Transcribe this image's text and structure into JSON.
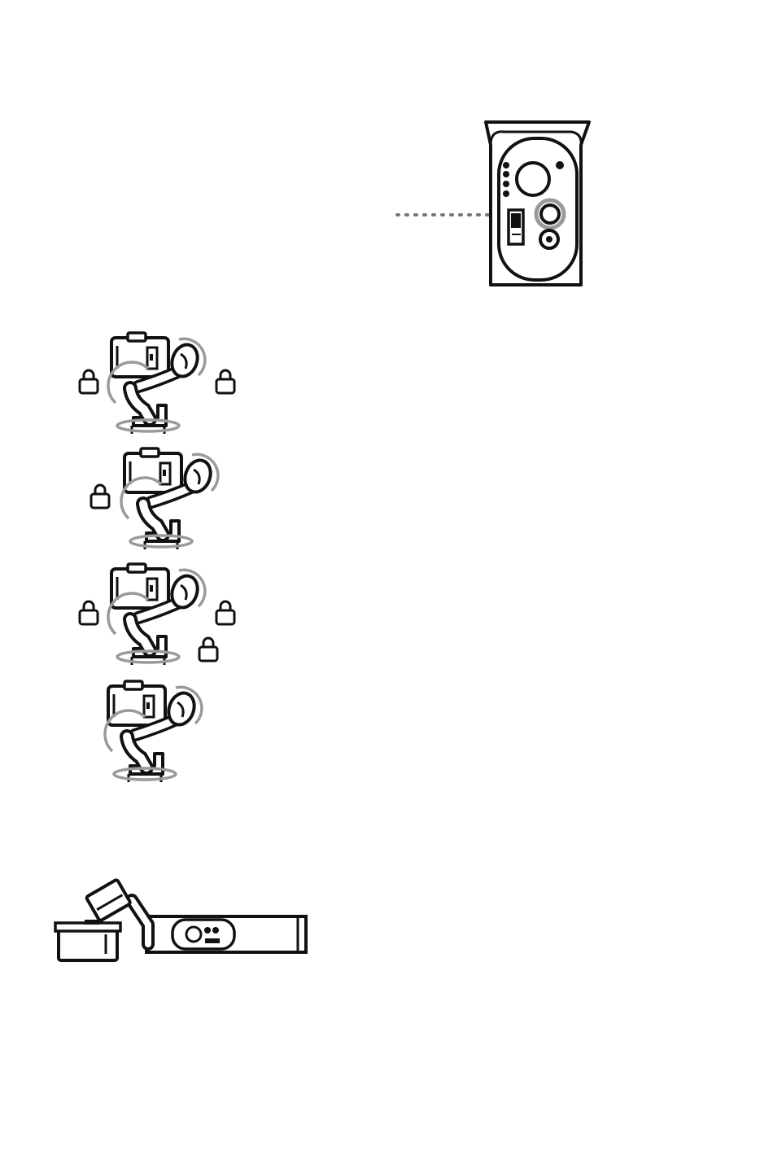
{
  "page": {
    "background": "#ffffff",
    "ink_color": "#111111",
    "accent_gray": "#9a9a9a"
  },
  "panels": [
    {
      "name": "control-panel-closeup",
      "icons": [
        "dotted-arrow-icon",
        "mode-button-icon",
        "joystick-icon",
        "power-button-icon",
        "battery-indicator-icon",
        "mode-switch-icon"
      ]
    },
    {
      "name": "follow-modes",
      "modes": [
        {
          "locks": 2,
          "icons": [
            "lock-icon",
            "lock-icon"
          ]
        },
        {
          "locks": 1,
          "icons": [
            "lock-icon"
          ]
        },
        {
          "locks": 3,
          "icons": [
            "lock-icon",
            "lock-icon",
            "lock-icon"
          ]
        },
        {
          "locks": 0,
          "icons": []
        }
      ]
    },
    {
      "name": "gimbal-horizontal-view",
      "icons": [
        "gimbal-icon"
      ]
    }
  ]
}
